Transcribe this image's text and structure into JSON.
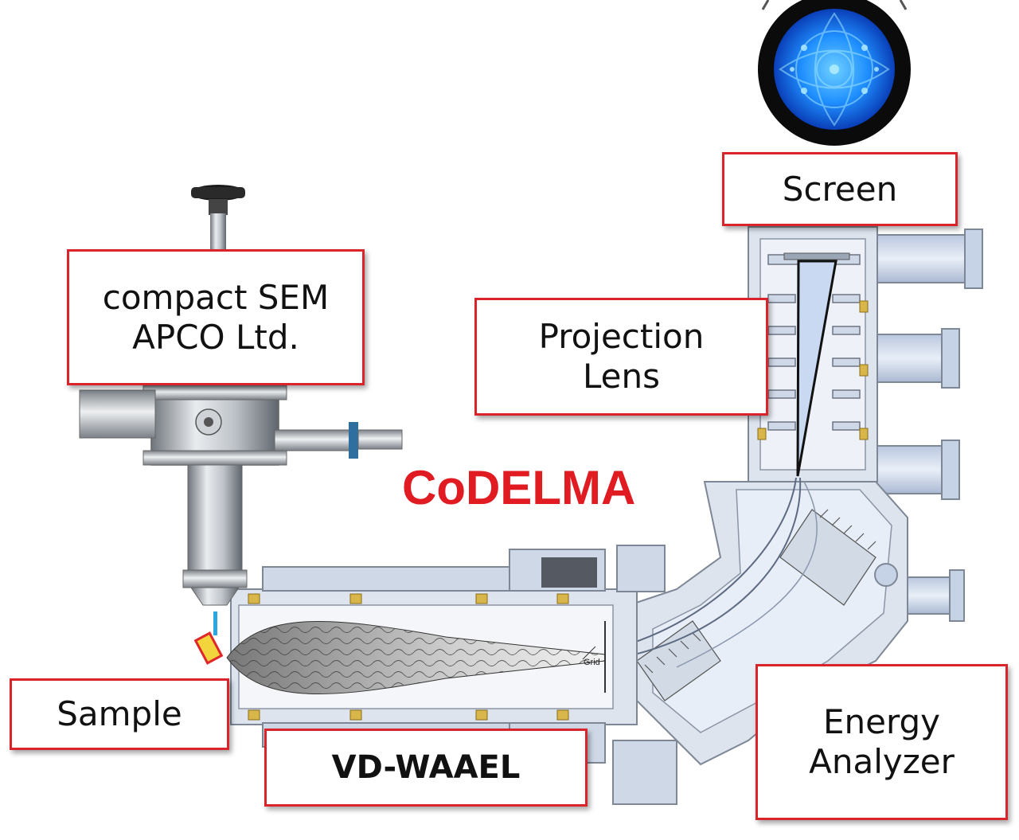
{
  "title": "CoDELMA",
  "labels": {
    "screen": "Screen",
    "sem_line1": "compact SEM",
    "sem_line2": "APCO Ltd.",
    "projection_line1": "Projection",
    "projection_line2": "Lens",
    "sample": "Sample",
    "vdwaael": "VD-WAAEL",
    "energy_line1": "Energy",
    "energy_line2": "Analyzer",
    "grid": "Grid"
  },
  "colors": {
    "title": "#e11b22",
    "label_border": "#d8242a",
    "chamber_fill": "#dde4ee",
    "chamber_stroke": "#7d8796",
    "flange_fill": "#c6d2e6",
    "detector_blue": "#1f8fff",
    "steel": "#a7acb2",
    "brass": "#d9b64a",
    "sample_fill": "#f2d43c",
    "sample_border": "#e0262a"
  }
}
